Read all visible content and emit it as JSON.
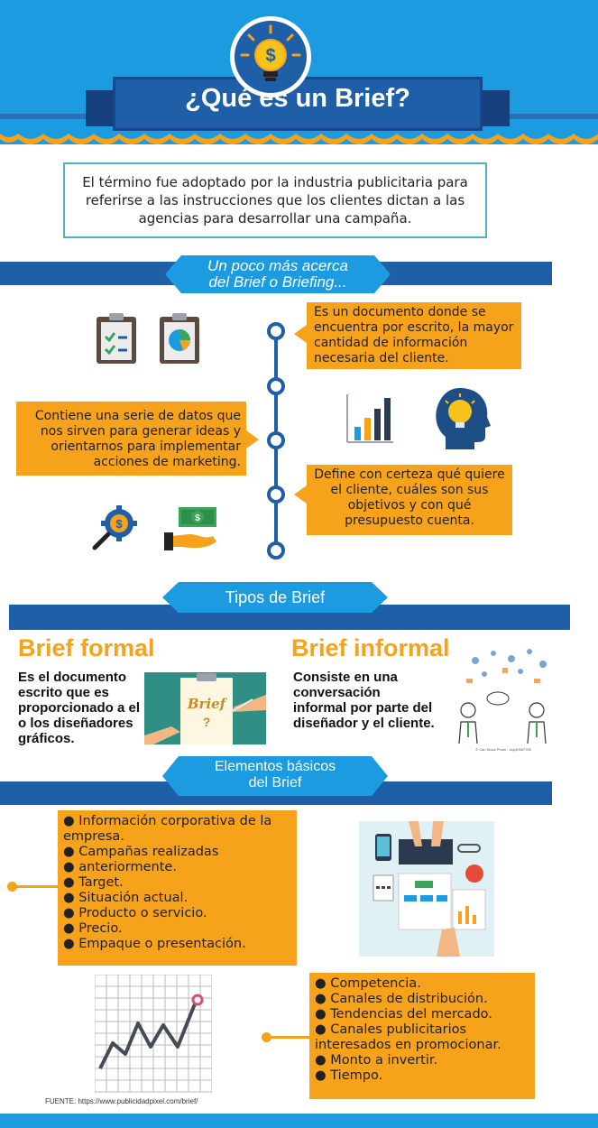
{
  "header": {
    "title": "¿Qué es un Brief?",
    "icon": "lightbulb-dollar-icon"
  },
  "intro": "El término fue adoptado por la industria publicitaria para referirse a las instrucciones que los clientes dictan a las agencias para desarrollar una campaña.",
  "section1": {
    "title_line1": "Un poco más acerca",
    "title_line2": "del Brief o Briefing...",
    "boxes": [
      "Es un documento donde se encuentra por escrito, la mayor cantidad de información necesaria del cliente.",
      "Contiene una serie de datos que nos sirven para generar ideas y orientarnos para implementar acciones de marketing.",
      "Define con certeza qué quiere el cliente, cuáles son sus objetivos y con qué presupuesto cuenta."
    ],
    "icons": [
      "clipboard-check-icon",
      "clipboard-pie-icon",
      "bar-chart-icon",
      "head-bulb-icon",
      "gear-magnifier-icon",
      "hand-money-icon"
    ]
  },
  "section2": {
    "title": "Tipos de Brief",
    "formal": {
      "heading": "Brief formal",
      "text": "Es el documento escrito que es proporcionado a el o los diseñadores gráficos.",
      "image_word": "Brief",
      "image_mark": "?"
    },
    "informal": {
      "heading": "Brief informal",
      "text": "Consiste en una conversación informal por parte del diseñador y el cliente.",
      "credit": "© Can Stock Photo - csp30567755"
    }
  },
  "section3": {
    "title_line1": "Elementos básicos",
    "title_line2": "del Brief",
    "list1": [
      "● Información corporativa de la empresa.",
      "● Campañas realizadas",
      "● anteriormente.",
      "● Target.",
      "● Situación actual.",
      "● Producto o servicio.",
      "● Precio.",
      "● Empaque o presentación."
    ],
    "list2": [
      "● Competencia.",
      "● Canales de distribución.",
      "● Tendencias del mercado.",
      "● Canales publicitarios interesados en promocionar.",
      "● Monto a invertir.",
      "● Tiempo."
    ]
  },
  "source": "FUENTE: https://www.publicidadpixel.com/brief/",
  "colors": {
    "blue_light": "#1d9be0",
    "blue_dark": "#1e5fa8",
    "orange": "#f7a21b"
  }
}
